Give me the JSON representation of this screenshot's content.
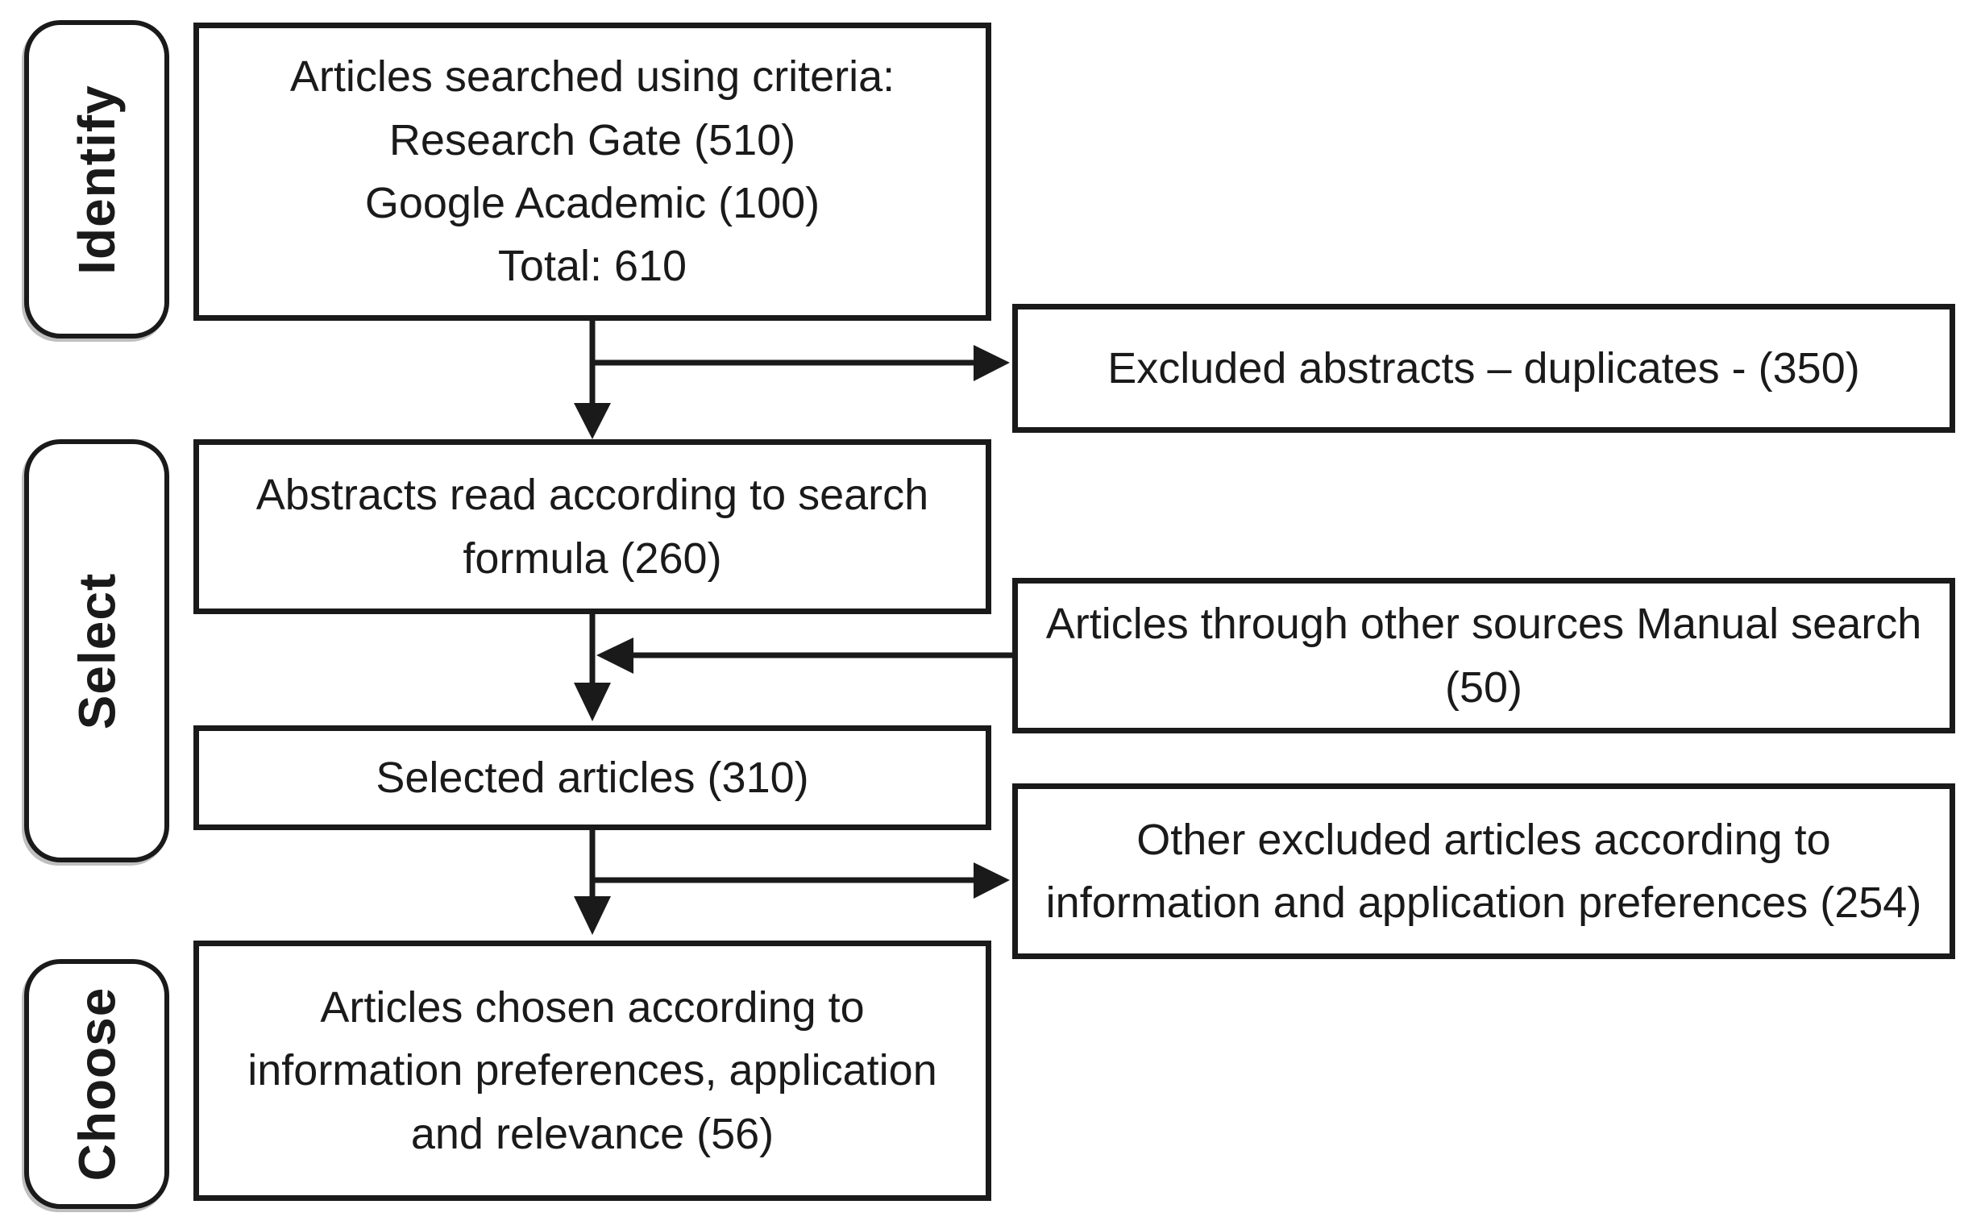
{
  "diagram": {
    "stages": [
      {
        "label": "Identify"
      },
      {
        "label": "Select"
      },
      {
        "label": "Choose"
      }
    ],
    "flow_boxes": [
      {
        "text": "Articles searched using criteria:\nResearch Gate (510)\nGoogle Academic (100)\nTotal: 610"
      },
      {
        "text": "Abstracts read according to search formula (260)"
      },
      {
        "text": "Selected articles (310)"
      },
      {
        "text": "Articles chosen according to information preferences, application and relevance (56)"
      }
    ],
    "exclusion_boxes": [
      {
        "text": "Excluded abstracts – duplicates - (350)"
      },
      {
        "text": "Articles through other sources Manual search (50)"
      },
      {
        "text": "Other excluded articles according to information and application preferences (254)"
      }
    ],
    "colors": {
      "ink": "#1a1a1a",
      "background": "#ffffff"
    }
  }
}
